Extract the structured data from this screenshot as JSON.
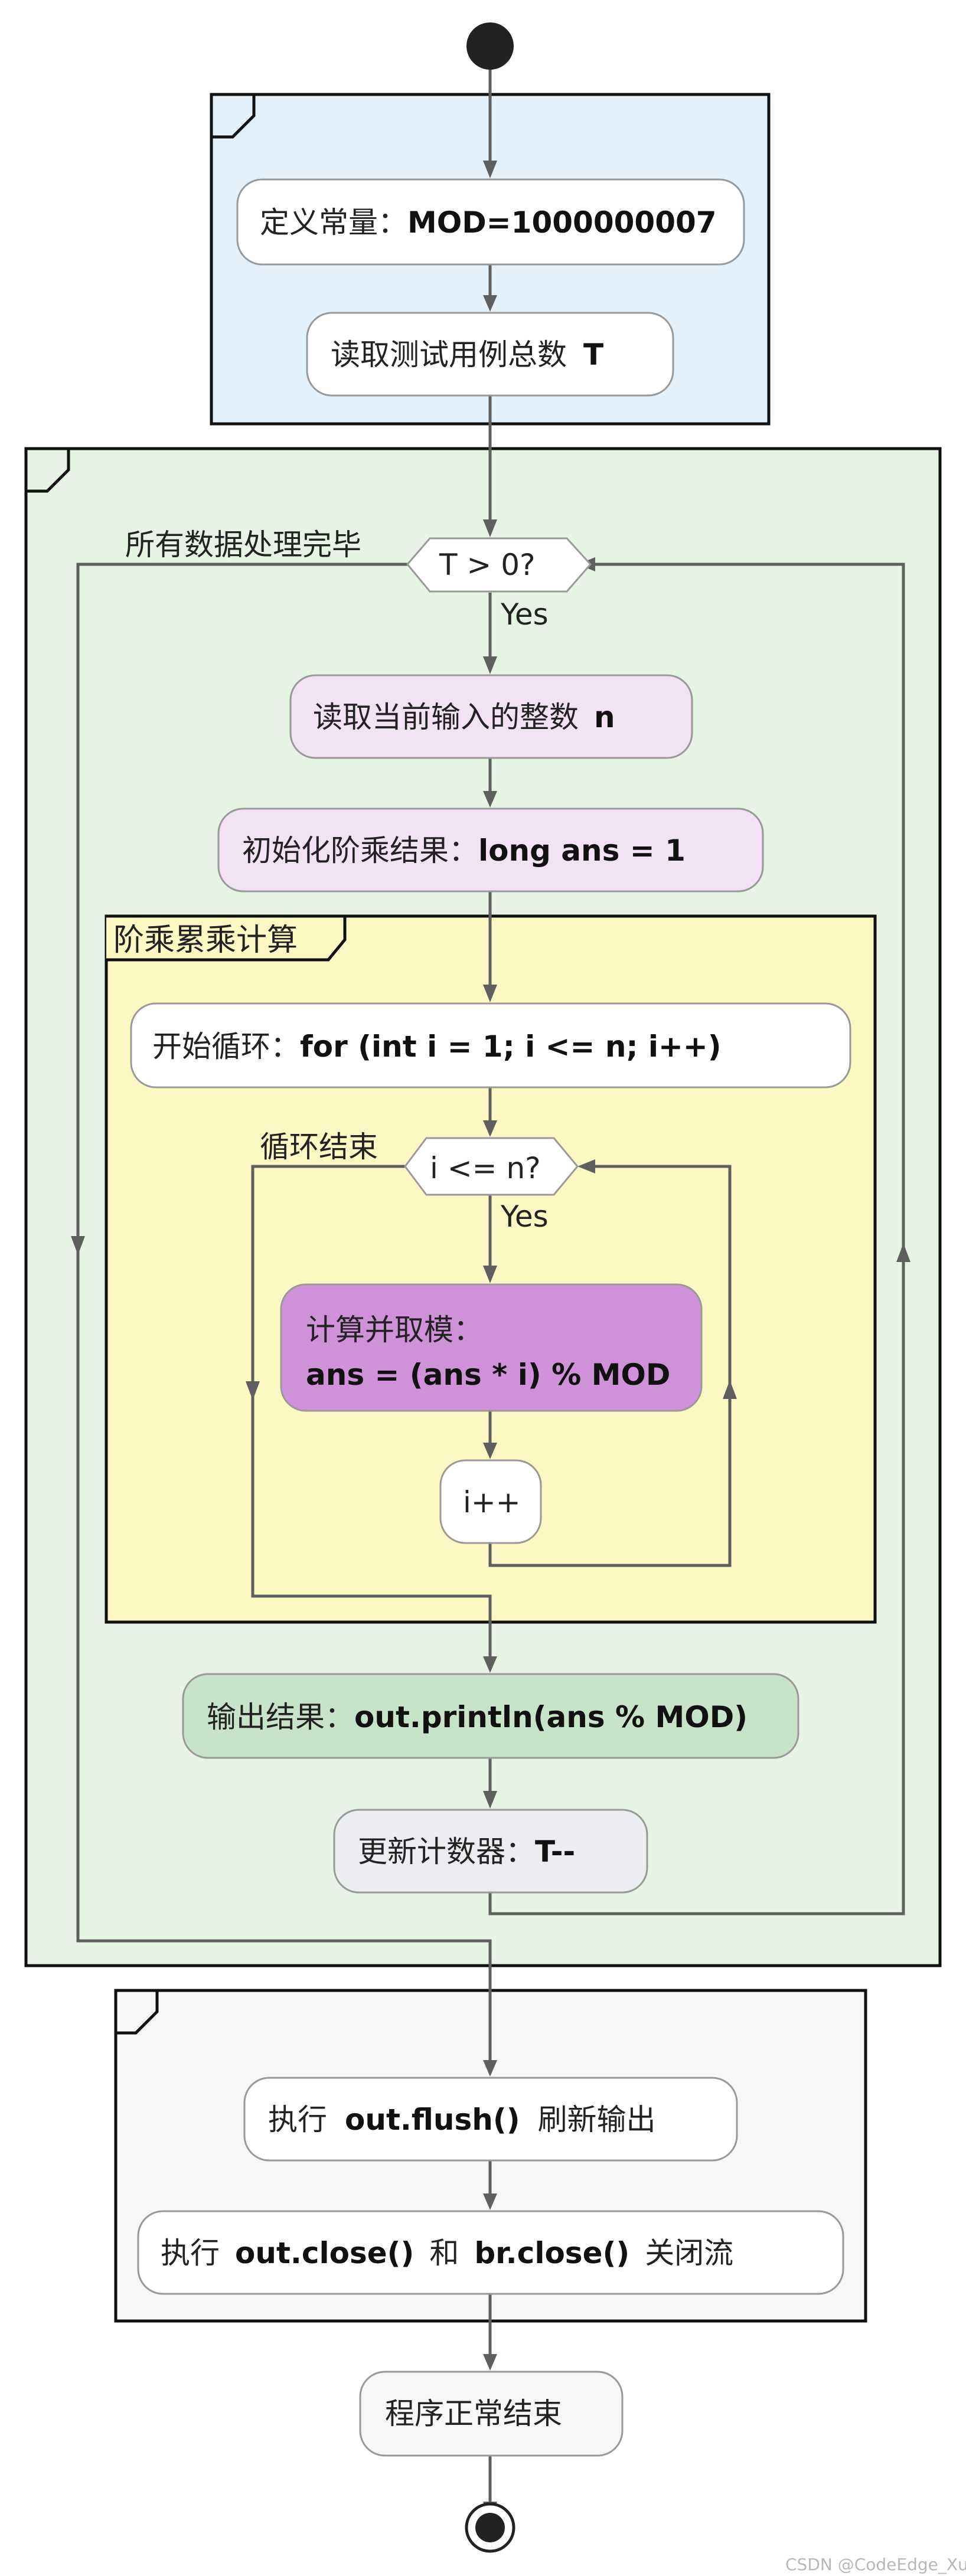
{
  "nodes": {
    "define_mod": {
      "text": "定义常量：",
      "bold": "MOD=1000000007"
    },
    "read_t": {
      "text": "读取测试用例总数",
      "bold": "T"
    },
    "outer_cond": {
      "text": "T > 0?"
    },
    "outer_yes": {
      "text": "Yes"
    },
    "outer_exit": {
      "text": "所有数据处理完毕"
    },
    "read_n": {
      "text": "读取当前输入的整数",
      "bold": "n"
    },
    "init_ans": {
      "text": "初始化阶乘结果：",
      "bold": "long ans = 1"
    },
    "loop_start": {
      "text": "开始循环：",
      "bold": "for (int i = 1; i <= n; i++)"
    },
    "inner_cond": {
      "text": "i <= n?"
    },
    "inner_yes": {
      "text": "Yes"
    },
    "inner_exit": {
      "text": "循环结束"
    },
    "compute": {
      "line1": "计算并取模：",
      "line2": "ans = (ans * i) % MOD"
    },
    "increment": {
      "text": "i++"
    },
    "output": {
      "text": "输出结果：",
      "bold": "out.println(ans % MOD)"
    },
    "decrement": {
      "text": "更新计数器：",
      "bold": "T--"
    },
    "flush": {
      "pre": "执行",
      "bold": "out.flush()",
      "post": "刷新输出"
    },
    "close": {
      "pre": "执行",
      "bold1": "out.close()",
      "mid": "和",
      "bold2": "br.close()",
      "post": "关闭流"
    },
    "end_text": {
      "text": "程序正常结束"
    }
  },
  "groups": {
    "factorial_label": "阶乘累乘计算"
  },
  "watermark": "CSDN @CodeEdge_Xu",
  "colors": {
    "init_fill": "#e3f1fc",
    "loop_fill": "#e6f3e5",
    "factorial_fill": "#fdf7c4",
    "final_fill": "#f7f7f7",
    "node_fill": "#ffffff",
    "read_fill": "#f2e2f3",
    "compute_fill": "#cf91d7",
    "output_fill": "#c8e4c8",
    "decrement_fill": "#ebedf0"
  }
}
